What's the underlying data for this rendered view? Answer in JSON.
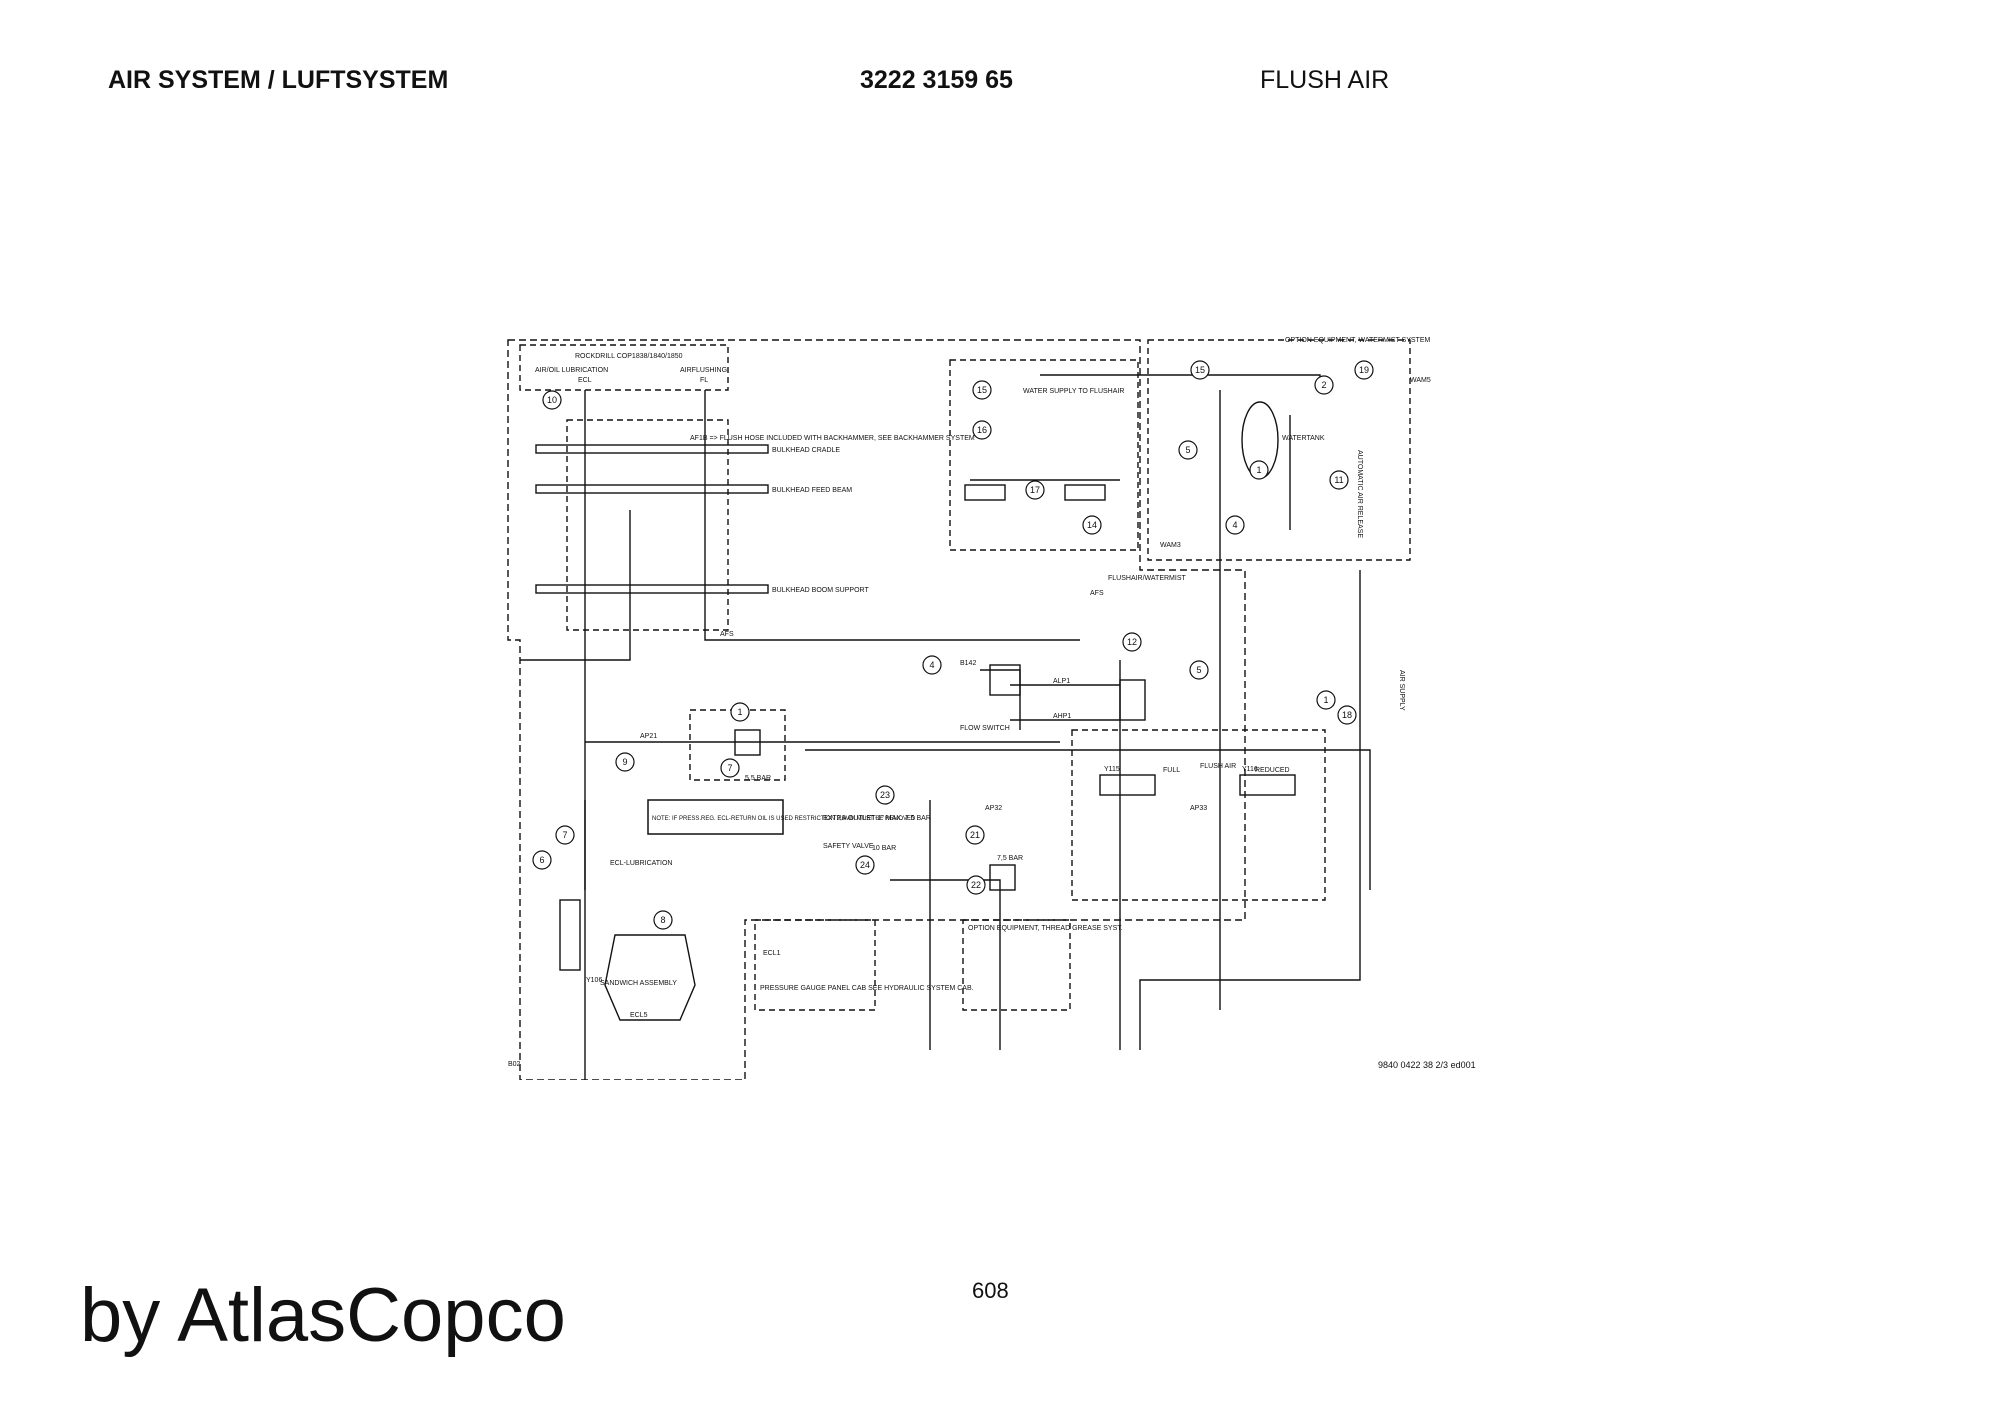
{
  "header": {
    "section": "AIR SYSTEM / LUFTSYSTEM",
    "part_number": "3222 3159 65",
    "subject": "FLUSH AIR"
  },
  "footer": {
    "page_number": "608",
    "brand": "by AtlasCopco"
  },
  "diagram": {
    "drawing_number": "9840 0422 38 2/3 ed001",
    "rockdrill": "ROCKDRILL COP1838/1840/1850",
    "air_oil_lubrication": "AIR/OIL LUBRICATION",
    "airflushing": "AIRFLUSHING",
    "ecl": "ECL",
    "fl": "FL",
    "af1b_note": "AF1B => FLUSH HOSE INCLUDED WITH BACKHAMMER, SEE BACKHAMMER SYSTEM",
    "bulkhead_cradle": "BULKHEAD CRADLE",
    "bulkhead_feed_beam": "BULKHEAD FEED BEAM",
    "bulkhead_boom_support": "BULKHEAD BOOM SUPPORT",
    "water_supply": "WATER SUPPLY TO FLUSHAIR",
    "option_watermist": "OPTION EQUIPMENT, WATERMIST SYSTEM",
    "watertank": "WATERTANK",
    "automatic_air_release": "AUTOMATIC AIR RELEASE",
    "flushair_watermist": "FLUSHAIR/WATERMIST",
    "hose_afs": "AFS",
    "flow_switch": "FLOW SWITCH",
    "b142": "B142",
    "flush_air": "FLUSH AIR",
    "full": "FULL",
    "reduced": "REDUCED",
    "air_supply": "AIR SUPPLY",
    "note": "NOTE: IF PRESS.REG. ECL-RETURN OIL IS USED RESTRICTION 2,5MM MUST BE REMOVED",
    "extra_outlet": "EXTRA OUTLET-1\" MAX. 7.5 BAR",
    "safety_valve": "SAFETY VALVE",
    "ten_bar": "10 BAR",
    "seven_five_bar": "7,5 BAR",
    "five_five_bar": "5,5 BAR",
    "ecl_lubrication": "ECL-LUBRICATION",
    "sandwich_assembly": "SANDWICH ASSEMBLY",
    "pressure_gauge": "PRESSURE GAUGE PANEL CAB SEE HYDRAULIC SYSTEM CAB.",
    "option_thread": "OPTION EQUIPMENT, THREAD GREASE SYST.",
    "b02": "B02",
    "y106": "Y106",
    "y115": "Y115",
    "y116": "Y116",
    "hose_ap21": "AP21",
    "hose_ap32": "AP32",
    "hose_ap33": "AP33",
    "hose_alp1": "ALP1",
    "hose_ahp1": "AHP1",
    "hose_ecl1": "ECL1",
    "hose_ecl5": "ECL5",
    "hose_wam3": "WAM3",
    "hose_wam5": "WAM5",
    "callouts": [
      "10",
      "15",
      "16",
      "17",
      "14",
      "2",
      "19",
      "5",
      "1",
      "11",
      "4",
      "12",
      "4",
      "5",
      "1",
      "9",
      "7",
      "18",
      "23",
      "21",
      "22",
      "24",
      "7",
      "6",
      "8",
      "15",
      "1"
    ]
  }
}
